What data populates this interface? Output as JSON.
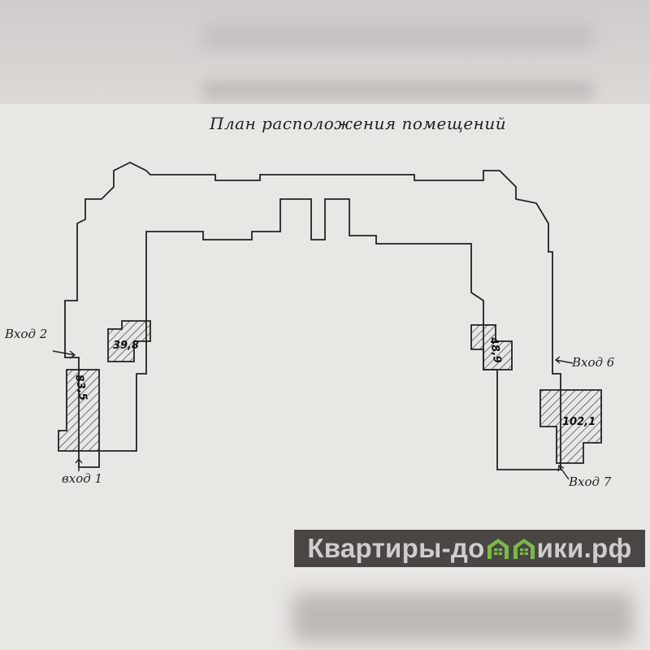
{
  "title": "План расположения помещений",
  "entrances": {
    "e1": "вход 1",
    "e2": "Вход 2",
    "e6": "Вход 6",
    "e7": "Вход 7"
  },
  "areas": {
    "a1": "83,5",
    "a2": "39,8",
    "a3": "48,9",
    "a4": "102,1"
  },
  "watermark": {
    "before": "Квартиры-до",
    "after": "ики.рф",
    "icon": "house-icon",
    "accent": "#7bb84a"
  }
}
